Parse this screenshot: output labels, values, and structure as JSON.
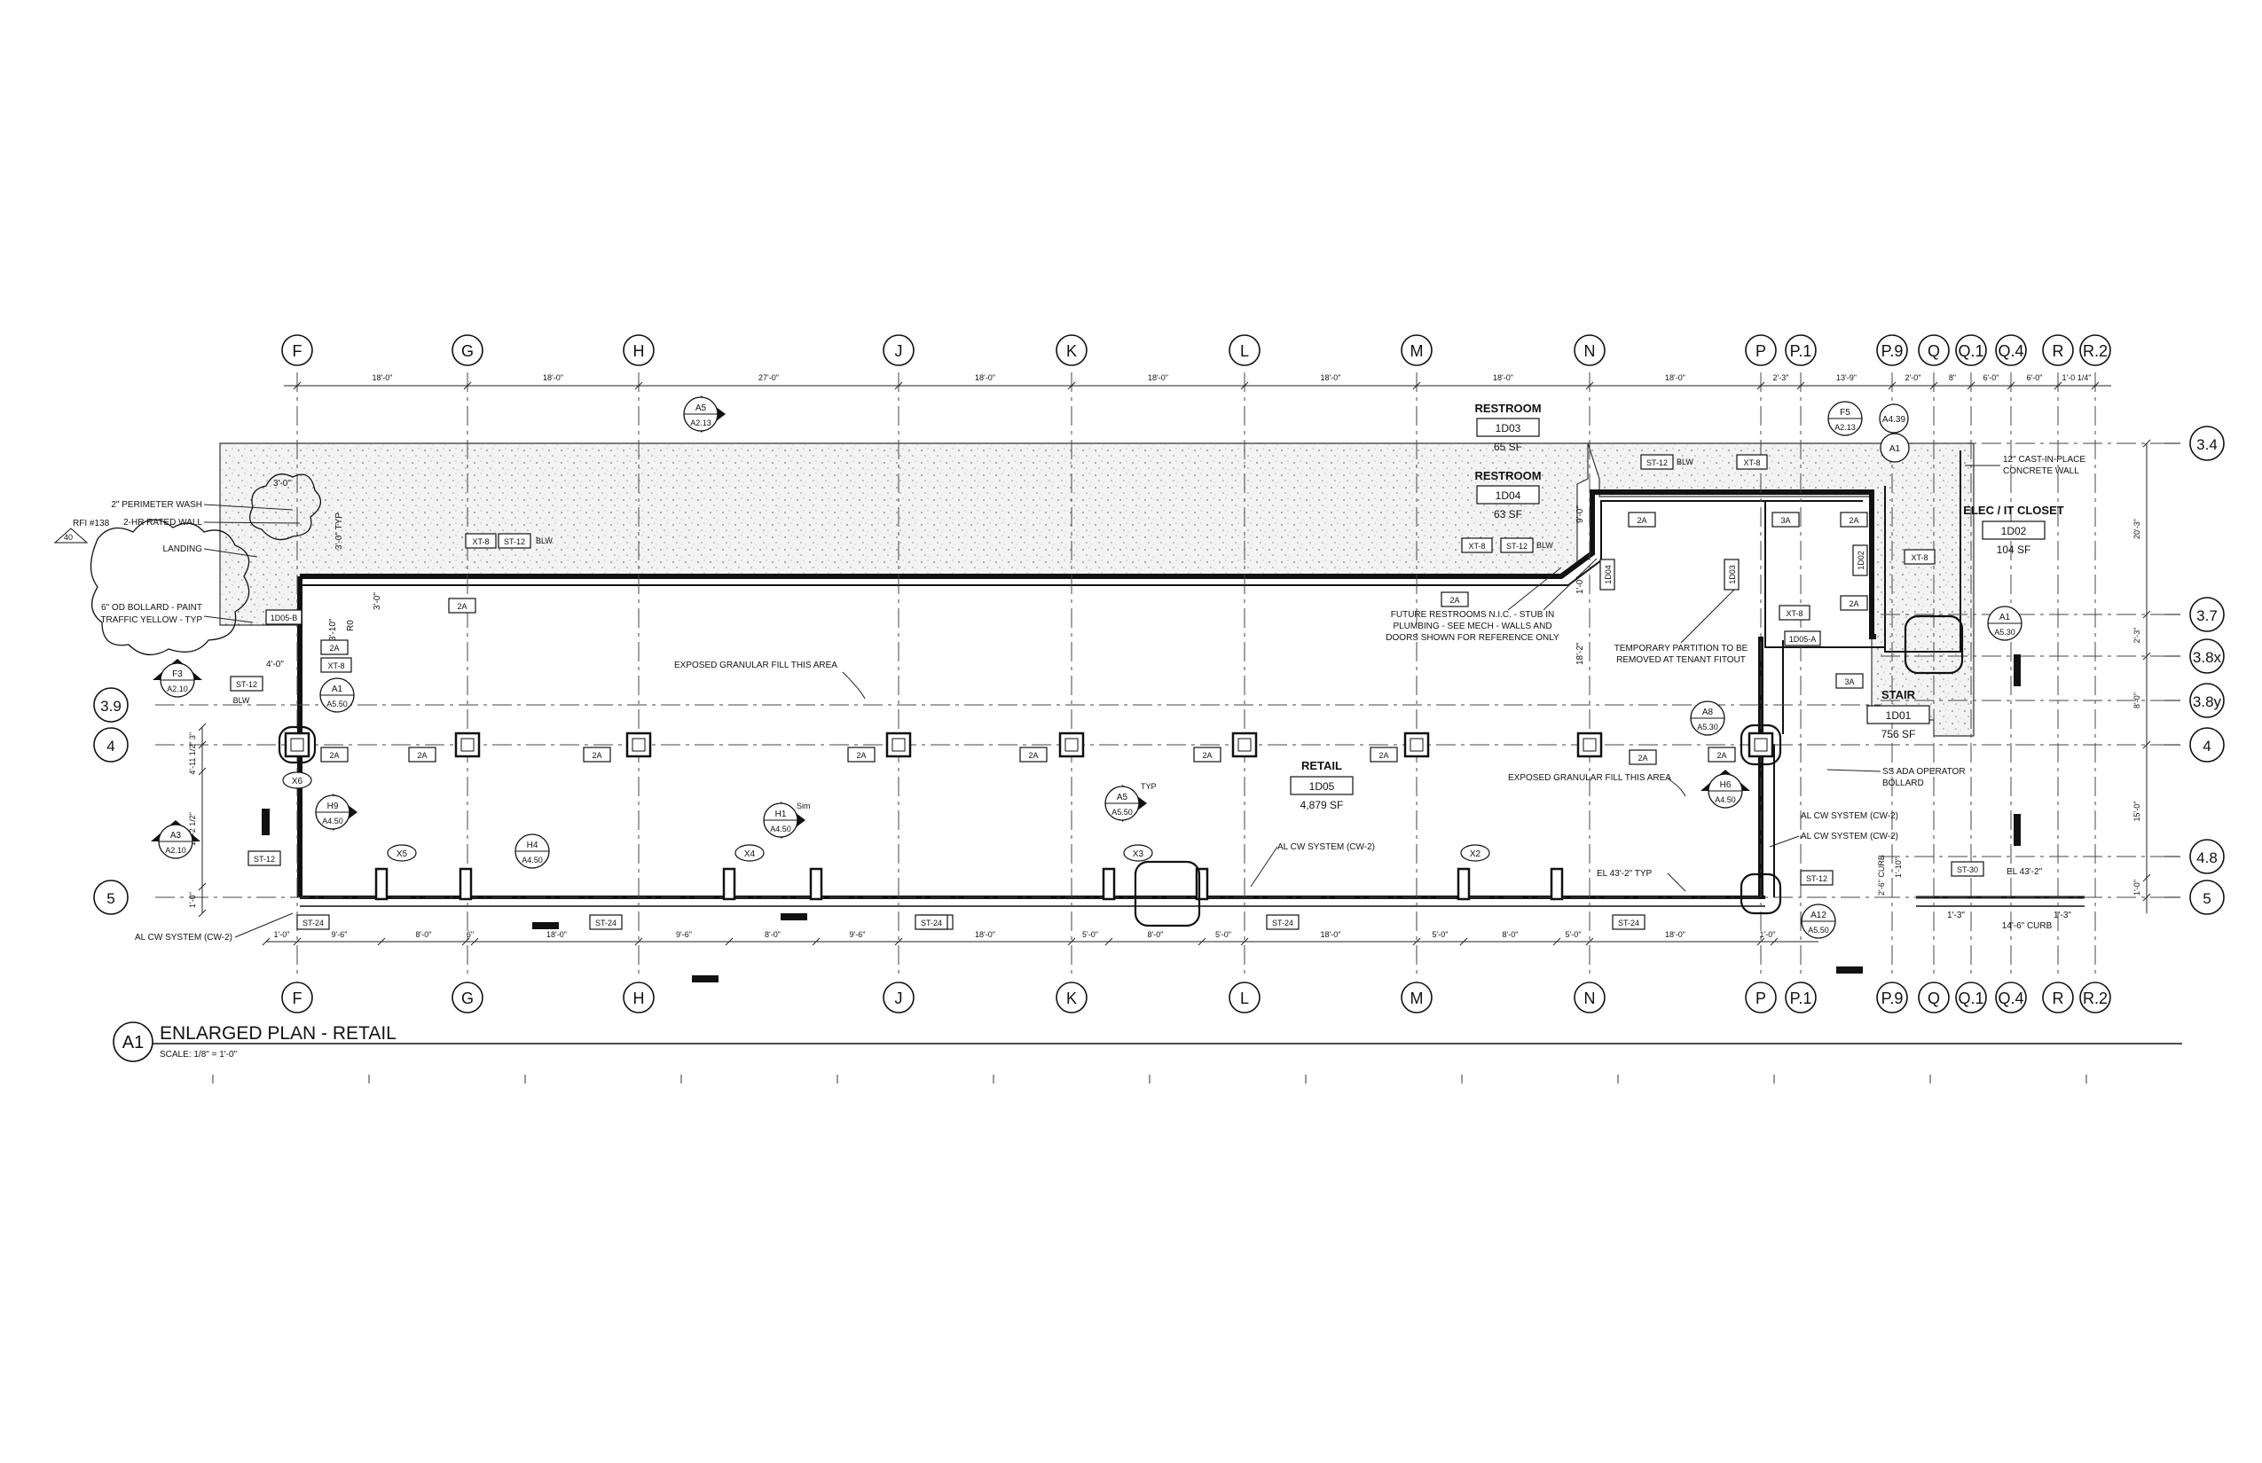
{
  "sheet": {
    "view_id": "A1",
    "view_title": "ENLARGED PLAN - RETAIL",
    "scale": "SCALE: 1/8\" = 1'-0\""
  },
  "grid_columns": [
    "F",
    "G",
    "H",
    "J",
    "K",
    "L",
    "M",
    "N",
    "P",
    "P.1",
    "P.9",
    "Q",
    "Q.1",
    "Q.4",
    "R",
    "R.2"
  ],
  "grid_rows_right": [
    "3.4",
    "3.7",
    "3.8x",
    "3.8y",
    "4",
    "4.8",
    "5"
  ],
  "grid_rows_left": [
    "3.9",
    "4",
    "5"
  ],
  "dims_top": [
    "18'-0\"",
    "18'-0\"",
    "27'-0\"",
    "18'-0\"",
    "18'-0\"",
    "18'-0\"",
    "18'-0\"",
    "18'-0\"",
    "2'-3\"",
    "13'-9\"",
    "2'-0\"",
    "8\"",
    "6'-0\"",
    "6'-0\"",
    "1'-0 1/4\""
  ],
  "dims_bottom": [
    "1'-0\"",
    "9'-6\"",
    "8'-0\"",
    "6\"",
    "18'-0\"",
    "9'-6\"",
    "8'-0\"",
    "9'-6\"",
    "18'-0\"",
    "5'-0\"",
    "8'-0\"",
    "5'-0\"",
    "18'-0\"",
    "5'-0\"",
    "8'-0\"",
    "5'-0\"",
    "18'-0\"",
    "1'-0\""
  ],
  "dims_right": [
    "20'-3\"",
    "2'-3\"",
    "8'-0\"",
    "15'-0\"",
    "1'-0\""
  ],
  "dims_left": [
    "3\"",
    "4'-11 1/2\"",
    "10'-2 1/2\"",
    "1'-0\""
  ],
  "rooms": [
    {
      "name": "RESTROOM",
      "number": "1D03",
      "area": "65 SF"
    },
    {
      "name": "RESTROOM",
      "number": "1D04",
      "area": "63 SF"
    },
    {
      "name": "ELEC / IT CLOSET",
      "number": "1D02",
      "area": "104 SF"
    },
    {
      "name": "STAIR",
      "number": "1D01",
      "area": "756 SF"
    },
    {
      "name": "RETAIL",
      "number": "1D05",
      "area": "4,879 SF"
    }
  ],
  "notes": {
    "perimeter_wash": "2\" PERIMETER WASH",
    "rated_wall": "2-HR RATED WALL",
    "landing": "LANDING",
    "bollard_1": "6\" OD BOLLARD - PAINT",
    "bollard_2": "TRAFFIC YELLOW - TYP",
    "rfi": "RFI #138",
    "rfi_num": "40",
    "exposed_fill_1": "EXPOSED GRANULAR FILL THIS AREA",
    "exposed_fill_2": "EXPOSED GRANULAR FILL THIS AREA",
    "future_1": "FUTURE RESTROOMS N.I.C. - STUB IN",
    "future_2": "PLUMBING - SEE MECH - WALLS AND",
    "future_3": "DOORS SHOWN FOR REFERENCE ONLY",
    "temp_1": "TEMPORARY PARTITION TO BE",
    "temp_2": "REMOVED AT TENANT FITOUT",
    "ss_ada_1": "SS ADA OPERATOR",
    "ss_ada_2": "BOLLARD",
    "concrete_1": "12\" CAST-IN-PLACE",
    "concrete_2": "CONCRETE WALL",
    "al_cw_1": "AL CW SYSTEM (CW-2)",
    "al_cw_2": "AL CW SYSTEM (CW-2)",
    "al_cw_3": "AL CW SYSTEM (CW-2)",
    "el_typ": "EL 43'-2\" TYP",
    "el_2": "EL 43'-2\"",
    "curb_14": "14'-6\" CURB",
    "curb_2": "2'-6\" CURB",
    "typ_1": "3'-0\" TYP",
    "typ": "TYP",
    "sim": "Sim",
    "blw": "BLW",
    "dim_1_3": "1'-3\"",
    "dim_1_10": "1'-10\"",
    "dim_3_0": "3'-0\"",
    "dim_4_0": "4'-0\"",
    "dim_3_10": "3'-10\"",
    "dim_9_0": "9'-0\"",
    "dim_18_2": "18'-2\"",
    "dim_1_0v": "1'-0\"",
    "r0": "R0",
    "sec_cut_text": "3'-0\""
  },
  "tags": {
    "st12": "ST-12",
    "st24": "ST-24",
    "st30": "ST-30",
    "xt8": "XT-8",
    "wall_2a": "2A",
    "wall_3a": "3A",
    "door_1d05a": "1D05-A",
    "door_1d05b": "1D05-B",
    "door_1d04": "1D04",
    "door_1d03": "1D03",
    "door_1d02": "1D02"
  },
  "callouts": [
    {
      "id": "A5",
      "sheet": "A2.13"
    },
    {
      "id": "F5",
      "sheet": "A2.13"
    },
    {
      "id": "A4.39",
      "sheet": ""
    },
    {
      "id": "F3",
      "sheet": "A2.10"
    },
    {
      "id": "A1",
      "sheet": "A5.50"
    },
    {
      "id": "H9",
      "sheet": "A4.50"
    },
    {
      "id": "A3",
      "sheet": "A2.10"
    },
    {
      "id": "H4",
      "sheet": "A4.50"
    },
    {
      "id": "H1",
      "sheet": "A4.50"
    },
    {
      "id": "A5",
      "sheet": "A5.50"
    },
    {
      "id": "A8",
      "sheet": "A5.30"
    },
    {
      "id": "H6",
      "sheet": "A4.50"
    },
    {
      "id": "A1",
      "sheet": "A5.30"
    },
    {
      "id": "A12",
      "sheet": "A5.50"
    },
    {
      "id": "A1",
      "sheet": ""
    }
  ],
  "windows": [
    "X6",
    "X5",
    "X4",
    "X3",
    "X2"
  ]
}
